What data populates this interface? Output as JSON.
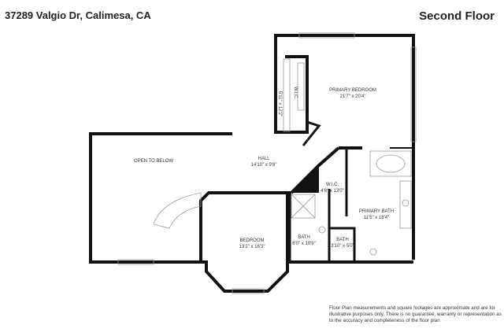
{
  "header": {
    "address": "37289 Valgio Dr, Calimesa, CA",
    "floor": "Second Floor"
  },
  "rooms": [
    {
      "name": "PRIMARY BEDROOM",
      "size": "21'7\" x 20'4\""
    },
    {
      "name": "W.I.C.",
      "size": "5'11\" x 12'2\""
    },
    {
      "name": "OPEN TO BELOW",
      "size": ""
    },
    {
      "name": "HALL",
      "size": "14'10\" x 9'8\""
    },
    {
      "name": "W.I.C.",
      "size": "4'8\" x 13'0\""
    },
    {
      "name": "PRIMARY BATH",
      "size": "11'5\" x 18'4\""
    },
    {
      "name": "BEDROOM",
      "size": "13'2\" x 16'3\""
    },
    {
      "name": "BATH",
      "size": "6'0\" x 10'9\""
    },
    {
      "name": "BATH",
      "size": "3'10\" x 5'0\""
    }
  ],
  "disclaimer": "Floor Plan measurements and square footages are approximate and are for illustrative purposes only. There is no guarantee, warranty or representation as to the accuracy and completeness of the floor plan"
}
